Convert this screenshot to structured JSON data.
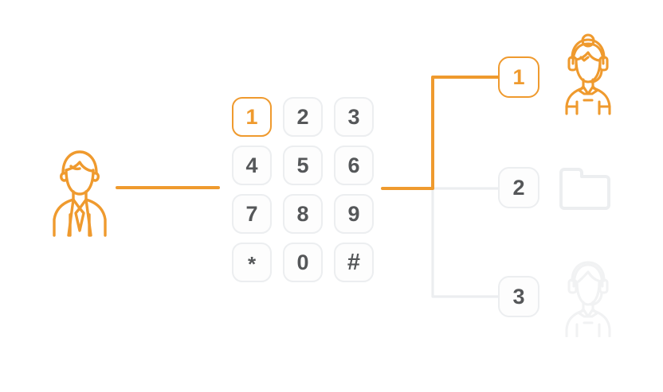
{
  "colors": {
    "accent_orange": "#ef9a2e",
    "inactive_gray": "#555759",
    "line_gray": "#eceef0",
    "faint_gray": "#f1f2f3",
    "background": "#ffffff"
  },
  "caller": {
    "icon": "person-suit-tie-icon",
    "label": ""
  },
  "keypad": {
    "name": "dtmf-keypad",
    "selected_key": "1",
    "keys": [
      {
        "label": "1",
        "active": true
      },
      {
        "label": "2",
        "active": false
      },
      {
        "label": "3",
        "active": false
      },
      {
        "label": "4",
        "active": false
      },
      {
        "label": "5",
        "active": false
      },
      {
        "label": "6",
        "active": false
      },
      {
        "label": "7",
        "active": false
      },
      {
        "label": "8",
        "active": false
      },
      {
        "label": "9",
        "active": false
      },
      {
        "label": "*",
        "active": false
      },
      {
        "label": "0",
        "active": false
      },
      {
        "label": "#",
        "active": false
      }
    ]
  },
  "menu": {
    "name": "ivr-menu-branches",
    "selected_option": "1",
    "options": [
      {
        "number": "1",
        "icon": "headset-agent-icon",
        "active": true
      },
      {
        "number": "2",
        "icon": "folder-icon",
        "active": false
      },
      {
        "number": "3",
        "icon": "headset-agent-icon",
        "active": false
      }
    ]
  }
}
